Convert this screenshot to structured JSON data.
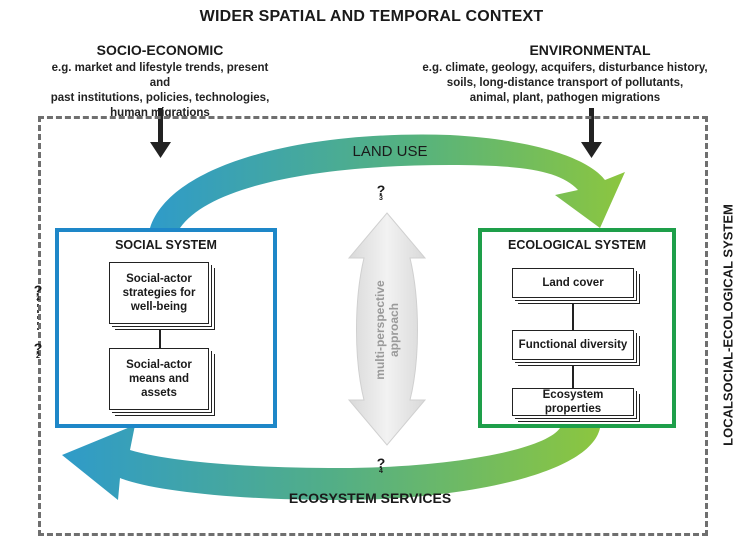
{
  "title": "WIDER SPATIAL AND TEMPORAL CONTEXT",
  "socio": {
    "heading": "SOCIO-ECONOMIC",
    "lines": [
      "e.g. market and lifestyle trends, present and",
      "past institutions, policies, technologies,",
      "human migrations"
    ]
  },
  "env": {
    "heading": "ENVIRONMENTAL",
    "lines": [
      "e.g. climate, geology, acquifers, disturbance history,",
      "soils, long-distance  transport of pollutants,",
      "animal, plant, pathogen migrations"
    ]
  },
  "flows": {
    "top": "LAND USE",
    "bottom": "ECOSYSTEM SERVICES",
    "center": [
      "multi-perspective",
      "approach"
    ]
  },
  "side_label": "LOCALSOCIAL-ECOLOGICAL SYSTEM",
  "social_system": {
    "title": "SOCIAL SYSTEM",
    "cards": [
      "Social-actor strategies for well-being",
      "Social-actor means and assets"
    ]
  },
  "ecological_system": {
    "title": "ECOLOGICAL SYSTEM",
    "cards": [
      "Land cover",
      "Functional diversity",
      "Ecosystem properties"
    ]
  },
  "questions": [
    {
      "mark": "?",
      "num": "1"
    },
    {
      "mark": "?",
      "num": "2"
    },
    {
      "mark": "?",
      "num": "3"
    },
    {
      "mark": "?",
      "num": "4"
    }
  ],
  "colors": {
    "social_border": "#1e87c8",
    "ecological_border": "#1e9f4a",
    "flow_start": "#2f9bc9",
    "flow_end": "#8cc63f",
    "frame": "#6f6f6f"
  }
}
